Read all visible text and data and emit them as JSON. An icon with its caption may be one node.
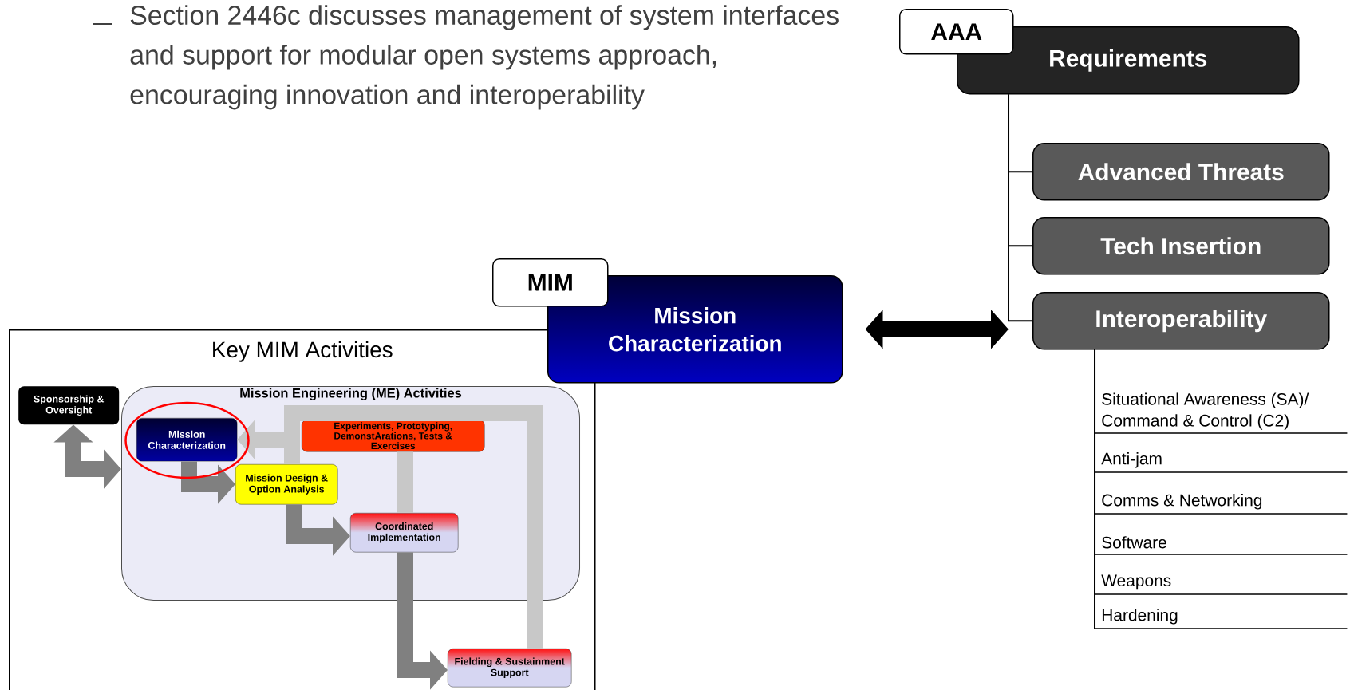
{
  "diagram": {
    "nodes": [
      {
        "text": [
          "Requirements"
        ]
      },
      {
        "text": [
          "AAA"
        ]
      },
      {
        "text": [
          "Advanced Threats"
        ]
      },
      {
        "text": [
          "Tech Insertion"
        ]
      },
      {
        "text": [
          "Interoperability"
        ]
      },
      {
        "text": [
          "Mission Characterization"
        ]
      },
      {
        "text": [
          "MIM"
        ]
      },
      {
        "text": [
          "Key MIM Activities"
        ]
      },
      {
        "text": [
          "Sponsorship & Oversight"
        ],
        "in": 7
      },
      {
        "text": [
          "Mission Engineering (ME) Activities"
        ],
        "in": 7
      },
      {
        "text": [
          "Mission Characterization"
        ],
        "in": 9
      },
      {
        "text": [
          "Experiments, Prototyping, DemonstArations, Tests & Exercises"
        ],
        "in": 9
      },
      {
        "text": [
          "Mission Design & Option Analysis"
        ],
        "in": 9
      },
      {
        "text": [
          "Coordinated Implementation"
        ],
        "in": 9
      },
      {
        "text": [
          "Fielding & Sustainment Support"
        ],
        "in": 7
      },
      {
        "text": [
          "Situational Awareness (SA)/ Command & Control (C2)"
        ]
      },
      {
        "text": [
          "Anti-jam"
        ]
      },
      {
        "text": [
          "Comms & Networking"
        ]
      },
      {
        "text": [
          "Software"
        ]
      },
      {
        "text": [
          "Weapons"
        ]
      },
      {
        "text": [
          "Hardening"
        ]
      }
    ],
    "edges": [
      {
        "from": 0,
        "to": 2,
        "arrow": "none"
      },
      {
        "from": 0,
        "to": 3,
        "arrow": "none"
      },
      {
        "from": 0,
        "to": 4,
        "arrow": "none"
      },
      {
        "from": 5,
        "to": 4,
        "arrow": "both",
        "style": "thick"
      },
      {
        "from": 4,
        "to": 15,
        "arrow": "none"
      },
      {
        "from": 4,
        "to": 16,
        "arrow": "none"
      },
      {
        "from": 4,
        "to": 17,
        "arrow": "none"
      },
      {
        "from": 4,
        "to": 18,
        "arrow": "none"
      },
      {
        "from": 4,
        "to": 19,
        "arrow": "none"
      },
      {
        "from": 4,
        "to": 20,
        "arrow": "none"
      },
      {
        "from": 8,
        "to": 9,
        "arrow": "both",
        "style": "thick",
        "color": "#808080"
      },
      {
        "from": 10,
        "to": 12,
        "arrow": "to",
        "style": "thick",
        "color": "#808080"
      },
      {
        "from": 12,
        "to": 13,
        "arrow": "to",
        "style": "thick",
        "color": "#808080"
      },
      {
        "from": 13,
        "to": 14,
        "arrow": "to",
        "style": "thick",
        "color": "#808080"
      },
      {
        "from": 14,
        "to": 10,
        "arrow": "to",
        "style": "thick",
        "color": "#c8c8c8"
      },
      {
        "from": 11,
        "to": 13,
        "arrow": "none",
        "style": "thick",
        "color": "#c8c8c8"
      },
      {
        "from": 12,
        "to": 10,
        "arrow": "to",
        "style": "thick",
        "color": "#c8c8c8"
      }
    ],
    "labels": [
      "Section 2446c discusses management of system interfaces and support for modular open systems approach, encouraging innovation and interoperability"
    ]
  }
}
